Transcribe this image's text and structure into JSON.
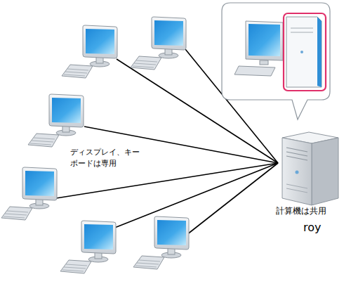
{
  "diagram": {
    "labels": [
      "ディスプレイ、キーボードは専用",
      "計算機は共用",
      "roy"
    ]
  }
}
